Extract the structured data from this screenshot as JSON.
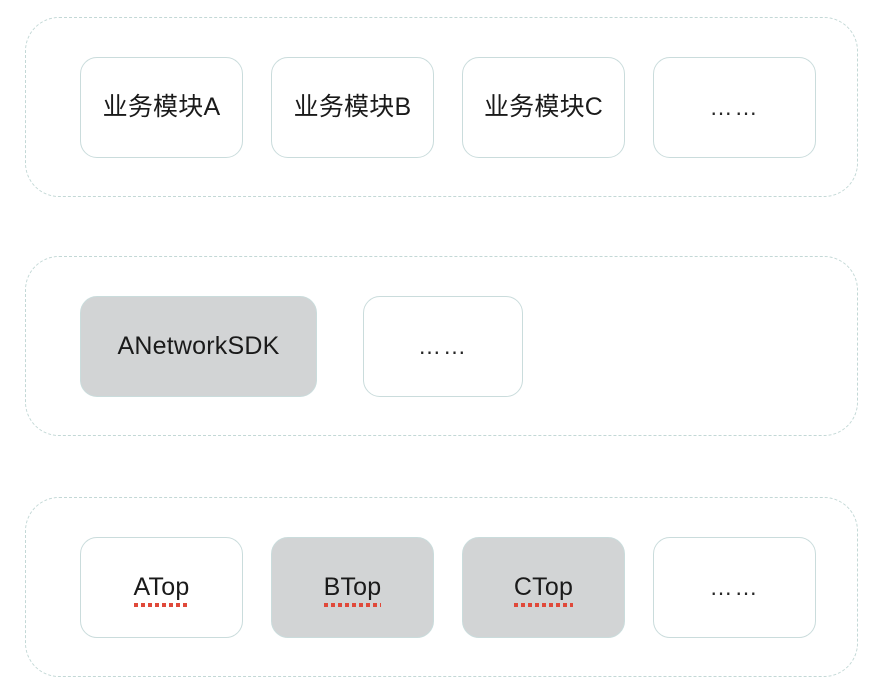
{
  "diagram": {
    "title": "Layered architecture diagram",
    "background_color": "#ffffff",
    "colors": {
      "layer_border": "#c3d8d6",
      "node_border": "#cadcdc",
      "node_fill_default": "#ffffff",
      "node_fill_highlight": "#d2d4d5",
      "text": "#1a1a1a",
      "spellcheck_underline": "#e0493a"
    },
    "ellipsis": "……",
    "layers": [
      {
        "name": "business-layer",
        "nodes": [
          {
            "label": "业务模块A",
            "filled": false,
            "misspelled": false,
            "is_ellipsis": false
          },
          {
            "label": "业务模块B",
            "filled": false,
            "misspelled": false,
            "is_ellipsis": false
          },
          {
            "label": "业务模块C",
            "filled": false,
            "misspelled": false,
            "is_ellipsis": false
          },
          {
            "label": "……",
            "filled": false,
            "misspelled": false,
            "is_ellipsis": true
          }
        ]
      },
      {
        "name": "sdk-layer",
        "nodes": [
          {
            "label": "ANetworkSDK",
            "filled": true,
            "misspelled": false,
            "is_ellipsis": false
          },
          {
            "label": "……",
            "filled": false,
            "misspelled": false,
            "is_ellipsis": true
          }
        ]
      },
      {
        "name": "foundation-layer",
        "nodes": [
          {
            "label": "ATop",
            "filled": false,
            "misspelled": true,
            "is_ellipsis": false
          },
          {
            "label": "BTop",
            "filled": true,
            "misspelled": true,
            "is_ellipsis": false
          },
          {
            "label": "CTop",
            "filled": true,
            "misspelled": true,
            "is_ellipsis": false
          },
          {
            "label": "……",
            "filled": false,
            "misspelled": false,
            "is_ellipsis": true
          }
        ]
      }
    ]
  }
}
